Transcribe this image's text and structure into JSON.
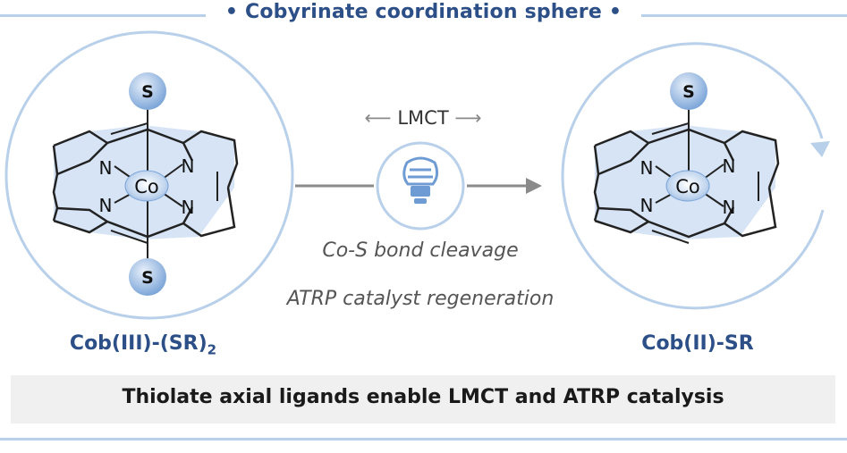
{
  "header": {
    "title": "• Cobyrinate coordination sphere •"
  },
  "left": {
    "label_main": "Cob(III)-(SR)",
    "label_sub": "2",
    "top_ligand": "S",
    "bottom_ligand": "S",
    "metal": "Co",
    "nitrogen": "N"
  },
  "right": {
    "label": "Cob(II)-SR",
    "top_ligand": "S",
    "metal": "Co",
    "nitrogen": "N"
  },
  "middle": {
    "lmct_label": "LMCT",
    "dash_left": "⟵",
    "dash_right": "⟶",
    "line1": "Co-S bond cleavage",
    "line2": "ATRP catalyst regeneration",
    "icon": "lightbulb-icon"
  },
  "caption": {
    "text": "Thiolate axial ligands enable LMCT and ATRP catalysis"
  },
  "colors": {
    "accent": "#2c4f88",
    "light_blue": "#b9d0ea",
    "fill_blue": "#d6e4f5",
    "sphere": "#7da6d9"
  }
}
